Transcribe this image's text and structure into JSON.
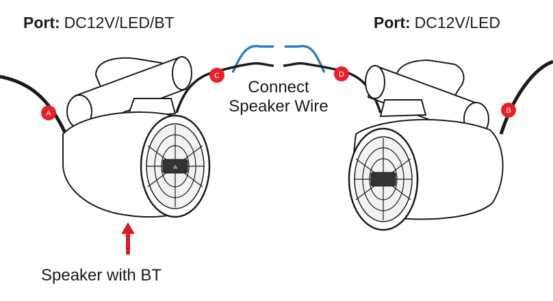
{
  "left_port": {
    "prefix": "Port:",
    "value": "DC12V/LED/BT"
  },
  "right_port": {
    "prefix": "Port:",
    "value": "DC12V/LED"
  },
  "connect_caption": {
    "line1": "Connect",
    "line2": "Speaker Wire"
  },
  "speaker_caption": "Speaker with BT",
  "badges": {
    "a": "A",
    "b": "B",
    "c": "C",
    "d": "D"
  },
  "colors": {
    "badge": "#e8202a",
    "arrow": "#d91c24",
    "blue_wire": "#2c7fbf",
    "outline": "#1a1a1a",
    "wire": "#1a1a1a"
  },
  "icons": {
    "arrow": "up-arrow-icon"
  }
}
